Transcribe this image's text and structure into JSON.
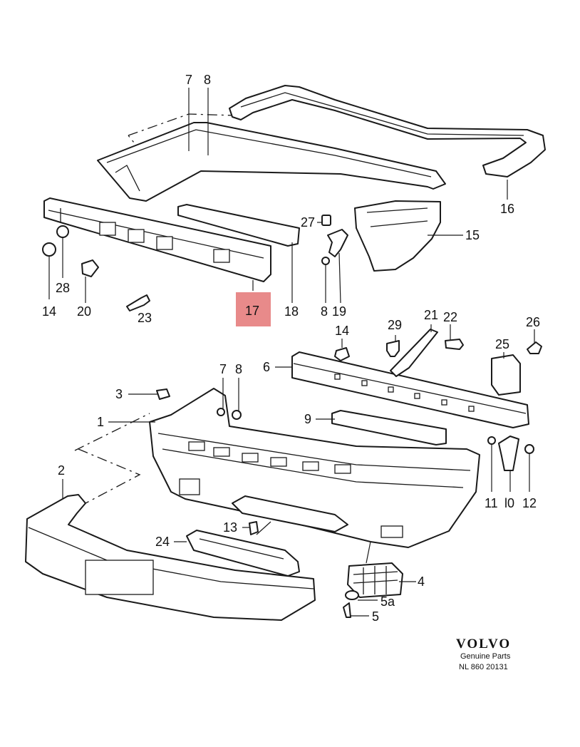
{
  "diagram": {
    "callouts": [
      {
        "id": "c7a",
        "text": "7"
      },
      {
        "id": "c8a",
        "text": "8"
      },
      {
        "id": "c16",
        "text": "16"
      },
      {
        "id": "c15",
        "text": "15"
      },
      {
        "id": "c27",
        "text": "27"
      },
      {
        "id": "c28",
        "text": "28"
      },
      {
        "id": "c14a",
        "text": "14"
      },
      {
        "id": "c20",
        "text": "20"
      },
      {
        "id": "c23",
        "text": "23"
      },
      {
        "id": "c17",
        "text": "17"
      },
      {
        "id": "c18",
        "text": "18"
      },
      {
        "id": "c8b",
        "text": "8"
      },
      {
        "id": "c19",
        "text": "19"
      },
      {
        "id": "c14b",
        "text": "14"
      },
      {
        "id": "c29",
        "text": "29"
      },
      {
        "id": "c21",
        "text": "21"
      },
      {
        "id": "c22",
        "text": "22"
      },
      {
        "id": "c26",
        "text": "26"
      },
      {
        "id": "c25",
        "text": "25"
      },
      {
        "id": "c6",
        "text": "6"
      },
      {
        "id": "c7b",
        "text": "7"
      },
      {
        "id": "c8c",
        "text": "8"
      },
      {
        "id": "c3",
        "text": "3"
      },
      {
        "id": "c1",
        "text": "1"
      },
      {
        "id": "c9",
        "text": "9"
      },
      {
        "id": "c2",
        "text": "2"
      },
      {
        "id": "c11",
        "text": "11"
      },
      {
        "id": "c10",
        "text": "l0"
      },
      {
        "id": "c12",
        "text": "12"
      },
      {
        "id": "c13",
        "text": "13"
      },
      {
        "id": "c24",
        "text": "24"
      },
      {
        "id": "c4",
        "text": "4"
      },
      {
        "id": "c5a",
        "text": "5a"
      },
      {
        "id": "c5",
        "text": "5"
      }
    ],
    "highlight": {
      "label": "17",
      "color": "#e88a8a"
    }
  },
  "brand": {
    "logo": "VOLVO",
    "line1": "Genuine Parts",
    "line2": "NL 860  20131"
  }
}
